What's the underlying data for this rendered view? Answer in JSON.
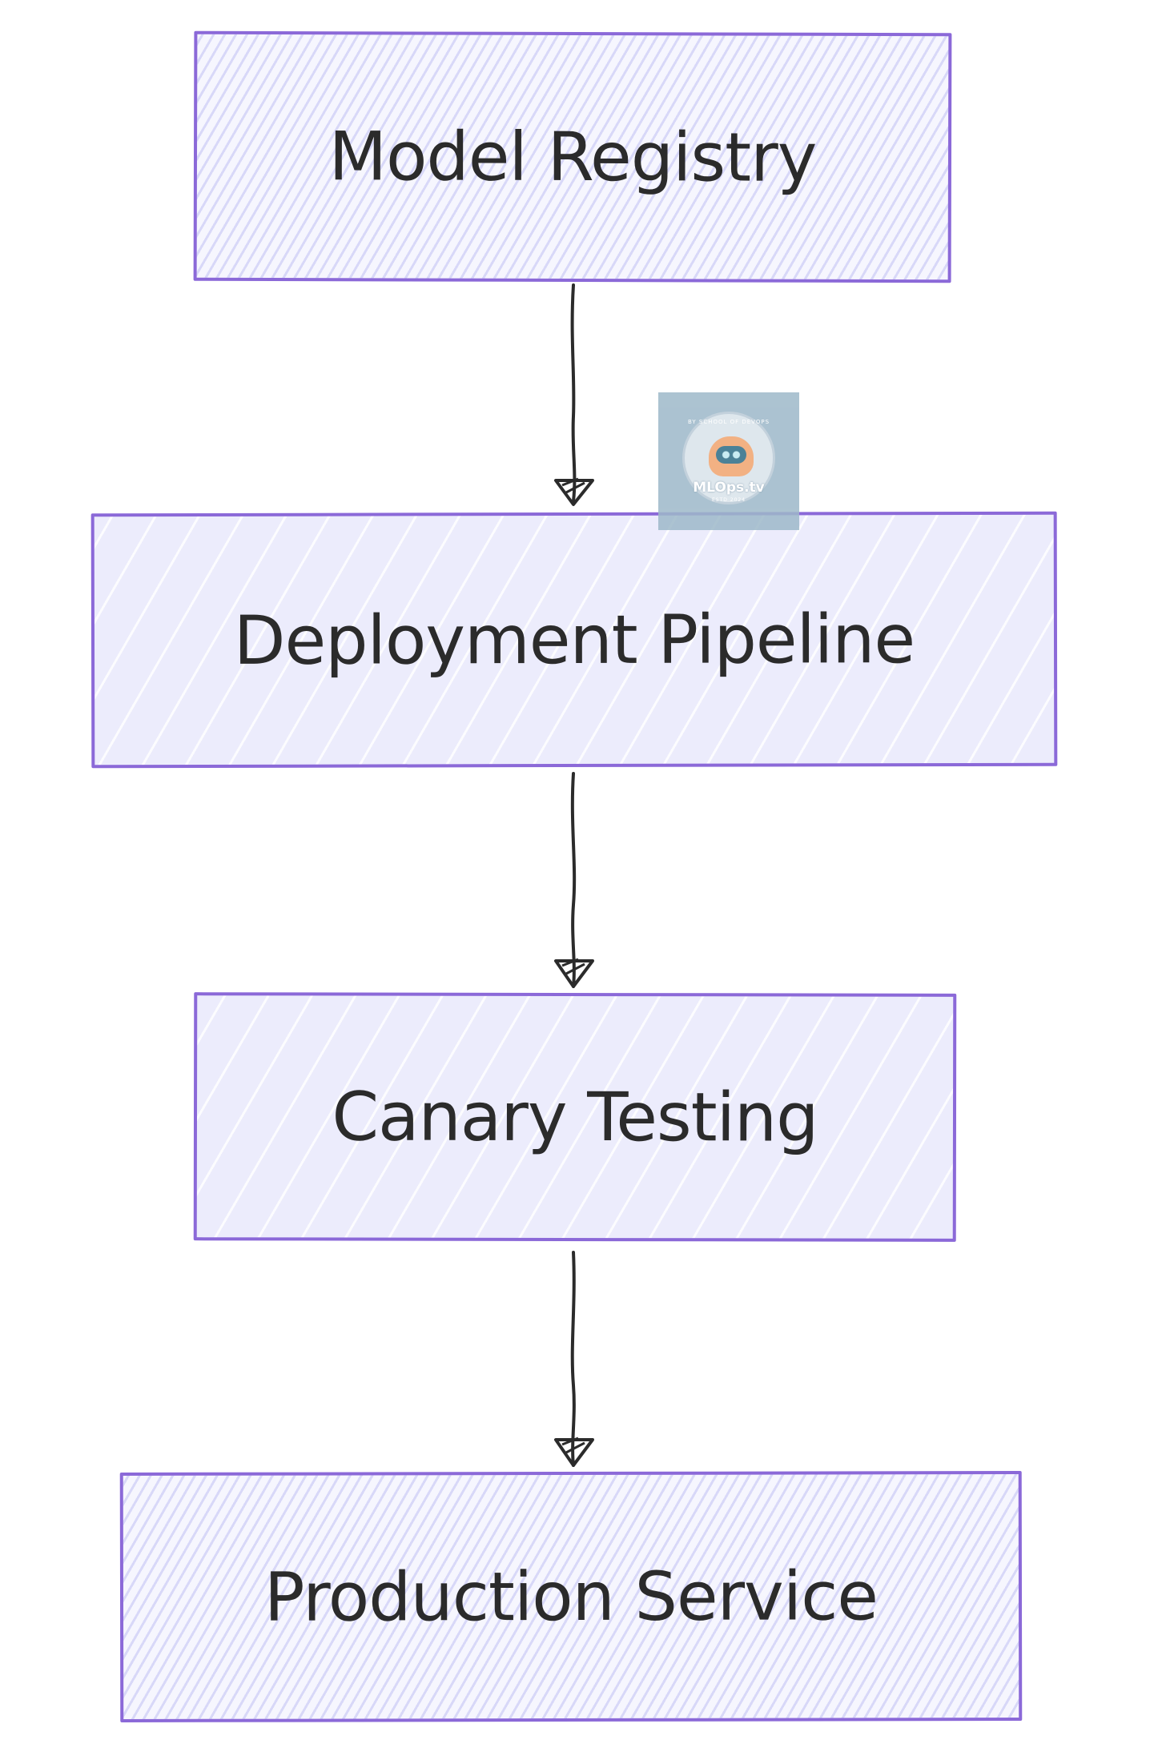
{
  "diagram": {
    "type": "flowchart",
    "direction": "top-down",
    "style": "hand-drawn",
    "colors": {
      "node_border": "#8b69d8",
      "node_fill": "#ececfc",
      "edge": "#2b2b2b",
      "text": "#2b2b2b"
    },
    "nodes": [
      {
        "id": "model-registry",
        "label": "Model Registry"
      },
      {
        "id": "deployment-pipeline",
        "label": "Deployment Pipeline"
      },
      {
        "id": "canary-testing",
        "label": "Canary Testing"
      },
      {
        "id": "production-service",
        "label": "Production Service"
      }
    ],
    "edges": [
      {
        "from": "model-registry",
        "to": "deployment-pipeline"
      },
      {
        "from": "deployment-pipeline",
        "to": "canary-testing"
      },
      {
        "from": "canary-testing",
        "to": "production-service"
      }
    ]
  },
  "watermark": {
    "ring_text": "BY SCHOOL OF DEVOPS",
    "brand": "MLOps.tv",
    "established": "ESTD 2024"
  }
}
